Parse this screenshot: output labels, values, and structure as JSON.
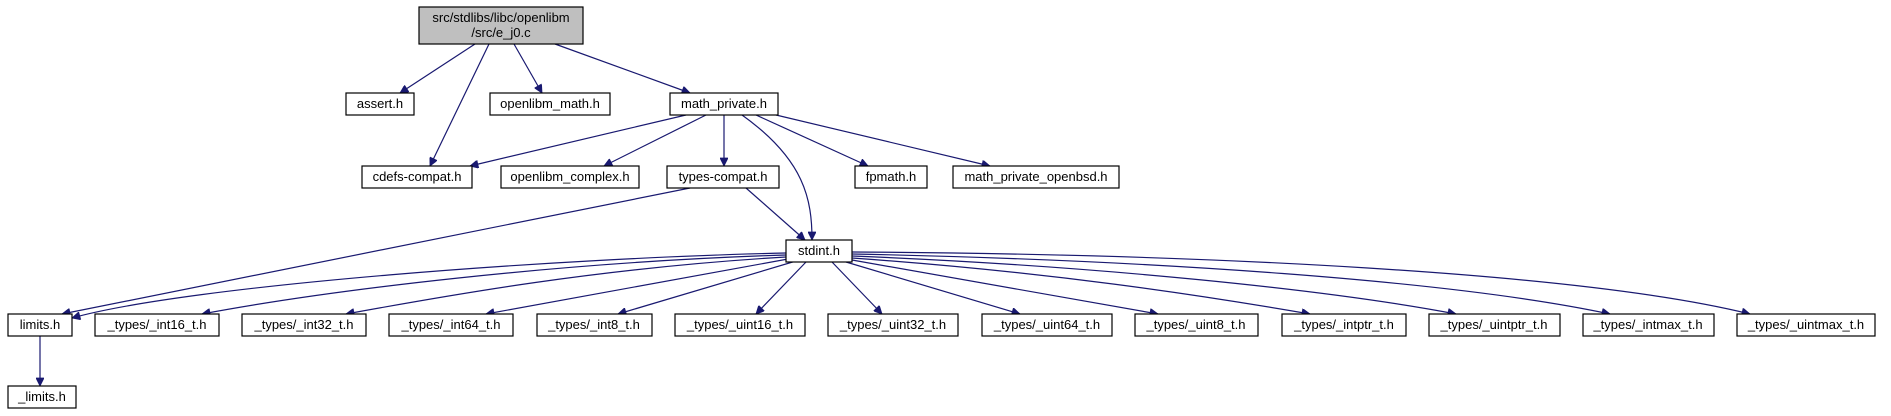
{
  "graph": {
    "colors": {
      "edge": "#191970",
      "root_fill": "#bfbfbf",
      "node_fill": "#ffffff",
      "border": "#000000"
    },
    "nodes": {
      "root": [
        "src/stdlibs/libc/openlibm",
        "/src/e_j0.c"
      ],
      "assert": "assert.h",
      "openlibm_math": "openlibm_math.h",
      "math_private": "math_private.h",
      "cdefs_compat": "cdefs-compat.h",
      "openlibm_complex": "openlibm_complex.h",
      "types_compat": "types-compat.h",
      "fpmath": "fpmath.h",
      "math_private_openbsd": "math_private_openbsd.h",
      "stdint": "stdint.h",
      "limits": "limits.h",
      "int16": "_types/_int16_t.h",
      "int32": "_types/_int32_t.h",
      "int64": "_types/_int64_t.h",
      "int8": "_types/_int8_t.h",
      "uint16": "_types/_uint16_t.h",
      "uint32": "_types/_uint32_t.h",
      "uint64": "_types/_uint64_t.h",
      "uint8": "_types/_uint8_t.h",
      "intptr": "_types/_intptr_t.h",
      "uintptr": "_types/_uintptr_t.h",
      "intmax": "_types/_intmax_t.h",
      "uintmax": "_types/_uintmax_t.h",
      "_limits": "_limits.h"
    },
    "edges": [
      [
        "root",
        "assert"
      ],
      [
        "root",
        "openlibm_math"
      ],
      [
        "root",
        "math_private"
      ],
      [
        "root",
        "cdefs_compat"
      ],
      [
        "math_private",
        "cdefs_compat"
      ],
      [
        "math_private",
        "openlibm_complex"
      ],
      [
        "math_private",
        "types_compat"
      ],
      [
        "math_private",
        "stdint"
      ],
      [
        "math_private",
        "fpmath"
      ],
      [
        "math_private",
        "math_private_openbsd"
      ],
      [
        "types_compat",
        "limits"
      ],
      [
        "types_compat",
        "stdint"
      ],
      [
        "stdint",
        "limits"
      ],
      [
        "stdint",
        "int16"
      ],
      [
        "stdint",
        "int32"
      ],
      [
        "stdint",
        "int64"
      ],
      [
        "stdint",
        "int8"
      ],
      [
        "stdint",
        "uint16"
      ],
      [
        "stdint",
        "uint32"
      ],
      [
        "stdint",
        "uint64"
      ],
      [
        "stdint",
        "uint8"
      ],
      [
        "stdint",
        "intptr"
      ],
      [
        "stdint",
        "uintptr"
      ],
      [
        "stdint",
        "intmax"
      ],
      [
        "stdint",
        "uintmax"
      ],
      [
        "limits",
        "_limits"
      ]
    ]
  }
}
